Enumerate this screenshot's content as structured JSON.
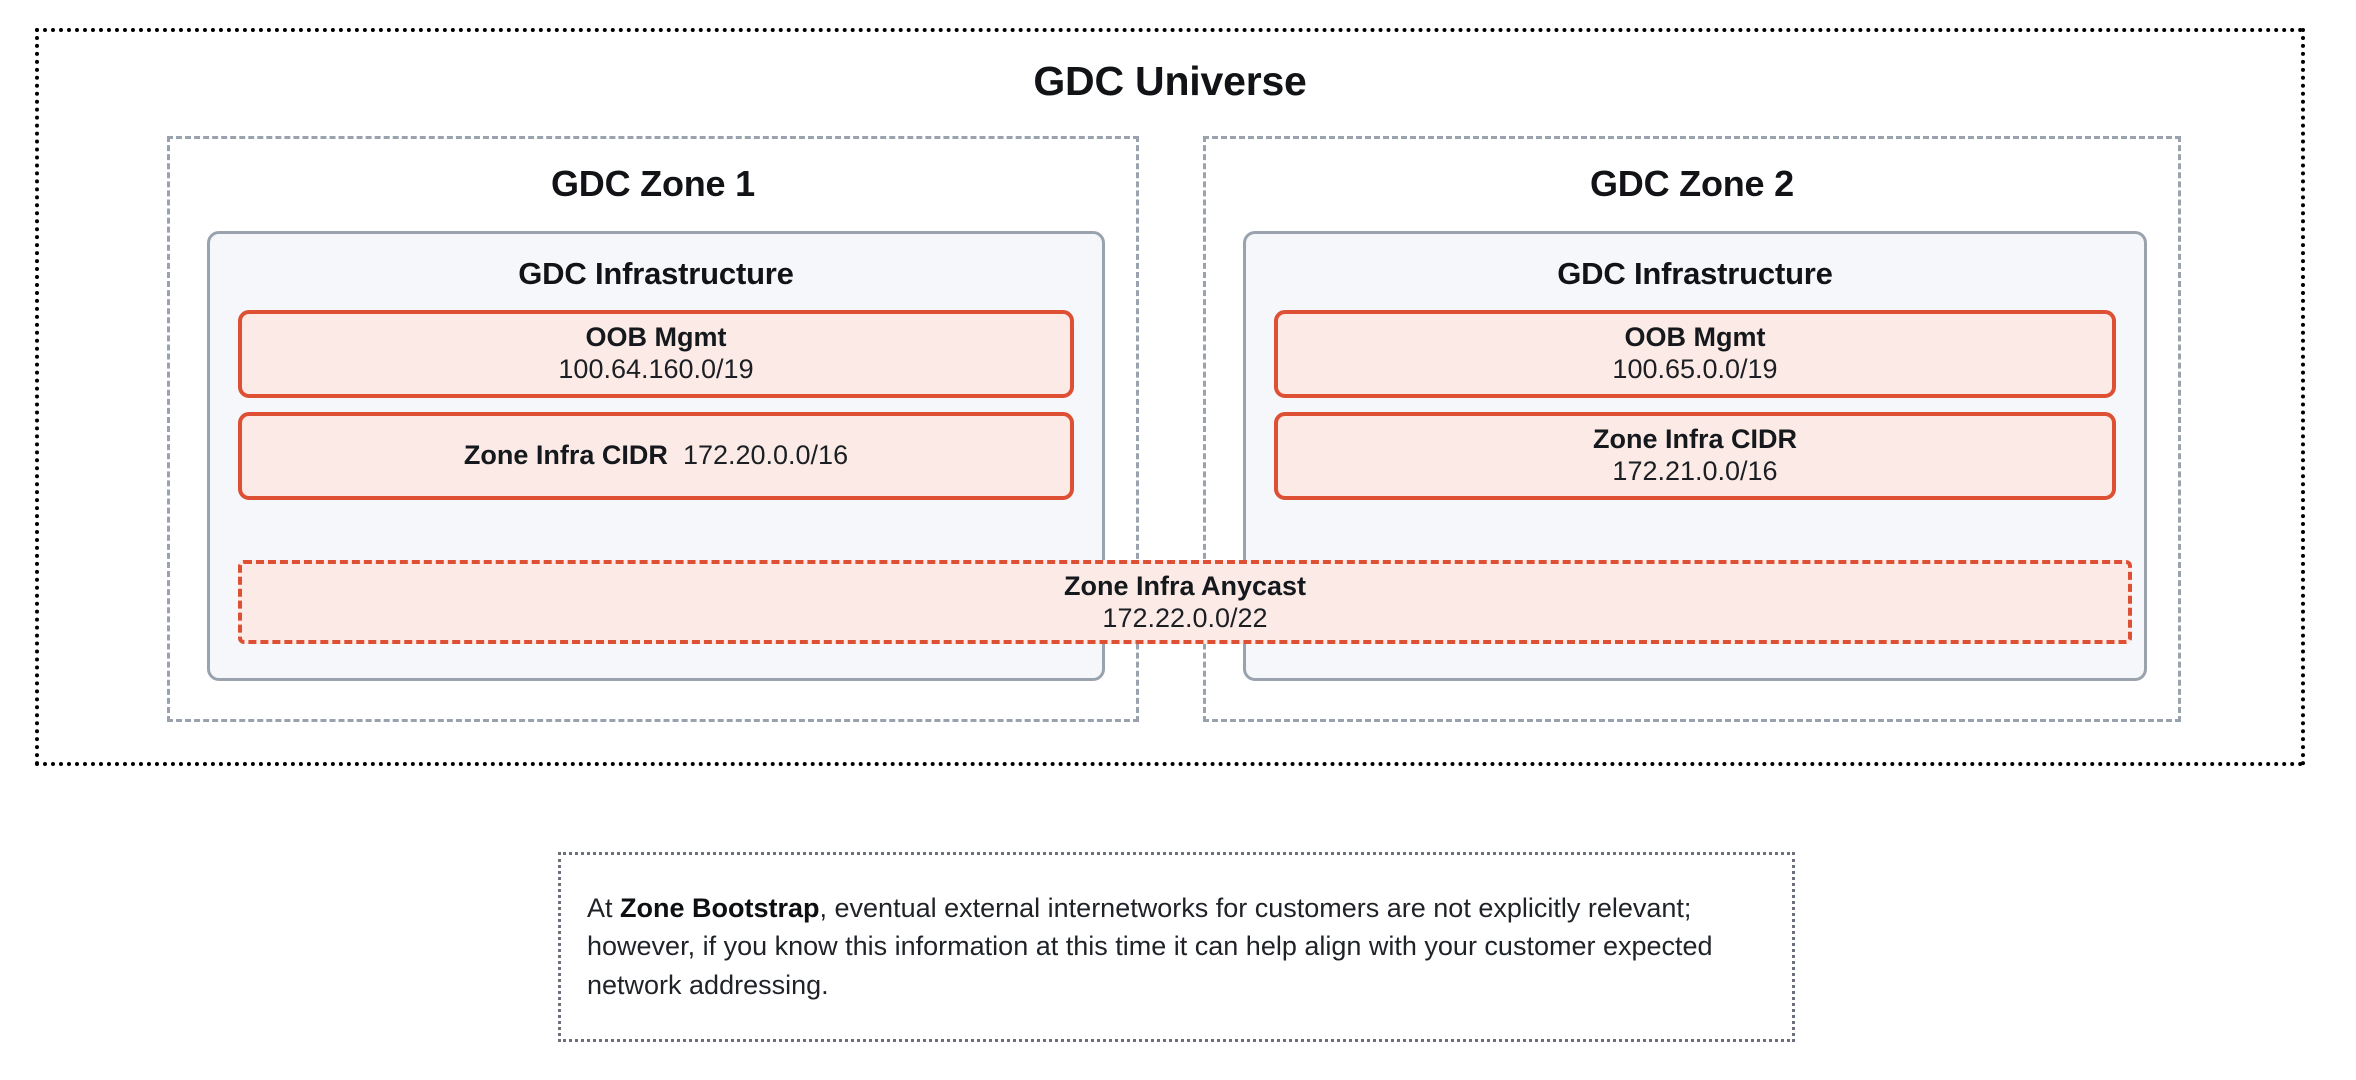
{
  "diagram": {
    "universe": {
      "title": "GDC Universe"
    },
    "zones": [
      {
        "title": "GDC Zone 1",
        "infrastructure": {
          "title": "GDC Infrastructure",
          "blocks": [
            {
              "layout": "stacked",
              "name": "OOB Mgmt",
              "value": "100.64.160.0/19"
            },
            {
              "layout": "inline",
              "name": "Zone Infra CIDR",
              "value": "172.20.0.0/16"
            }
          ]
        }
      },
      {
        "title": "GDC Zone 2",
        "infrastructure": {
          "title": "GDC Infrastructure",
          "blocks": [
            {
              "layout": "stacked",
              "name": "OOB Mgmt",
              "value": "100.65.0.0/19"
            },
            {
              "layout": "stacked",
              "name": "Zone Infra CIDR",
              "value": "172.21.0.0/16"
            }
          ]
        }
      }
    ],
    "anycast": {
      "name": "Zone Infra Anycast",
      "value": "172.22.0.0/22"
    },
    "note": {
      "lead": "At ",
      "emphasis": "Zone Bootstrap",
      "rest": ", eventual external internetworks for customers are not explicitly relevant; however, if you know this information at this time it can help align with your customer expected network addressing."
    },
    "colors": {
      "universe_border": "#000000",
      "zone_border": "#9aa3ad",
      "infra_border": "#9aa3ad",
      "infra_fill": "#f5f7fa",
      "cidr_border": "#dd5034",
      "cidr_fill": "#fbeae5",
      "note_border": "#6b717c",
      "text": "#16191d",
      "page_background": "#ffffff"
    }
  }
}
